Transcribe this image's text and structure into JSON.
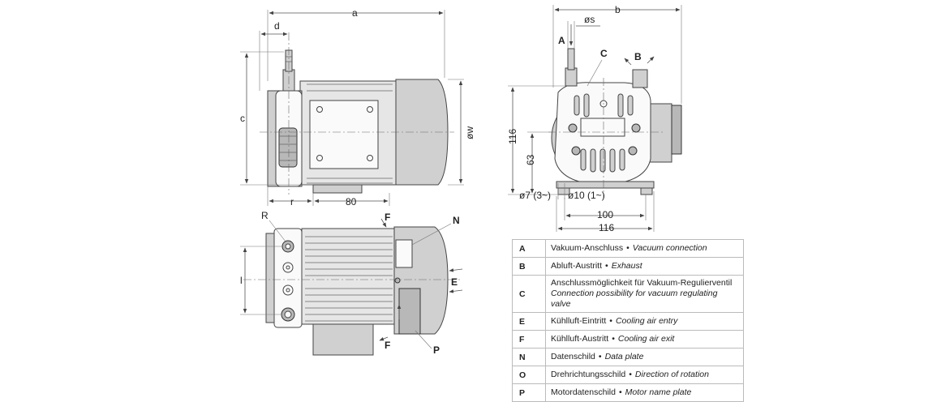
{
  "dimensions": {
    "a": "a",
    "b": "b",
    "c": "c",
    "d": "d",
    "os": "øs",
    "ow": "øw",
    "r": "r",
    "l": "l",
    "width_80": "80",
    "height_116": "116",
    "height_63": "63",
    "hole_7": "ø7 (3~)",
    "hole_10": "ø10 (1~)",
    "width_100": "100",
    "width_116": "116"
  },
  "callouts": {
    "A": "A",
    "B": "B",
    "C": "C",
    "E": "E",
    "F_top": "F",
    "F_bottom": "F",
    "N": "N",
    "P": "P",
    "R": "R"
  },
  "legend": [
    {
      "key": "A",
      "de": "Vakuum-Anschluss",
      "en": "Vacuum connection"
    },
    {
      "key": "B",
      "de": "Abluft-Austritt",
      "en": "Exhaust"
    },
    {
      "key": "C",
      "de": "Anschlussmöglichkeit für Vakuum-Regulierventil",
      "en": "Connection possibility for vacuum regulating valve"
    },
    {
      "key": "E",
      "de": "Kühlluft-Eintritt",
      "en": "Cooling air entry"
    },
    {
      "key": "F",
      "de": "Kühlluft-Austritt",
      "en": "Cooling air exit"
    },
    {
      "key": "N",
      "de": "Datenschild",
      "en": "Data plate"
    },
    {
      "key": "O",
      "de": "Drehrichtungsschild",
      "en": "Direction of rotation"
    },
    {
      "key": "P",
      "de": "Motordatenschild",
      "en": "Motor name plate"
    }
  ],
  "bullet": "•"
}
